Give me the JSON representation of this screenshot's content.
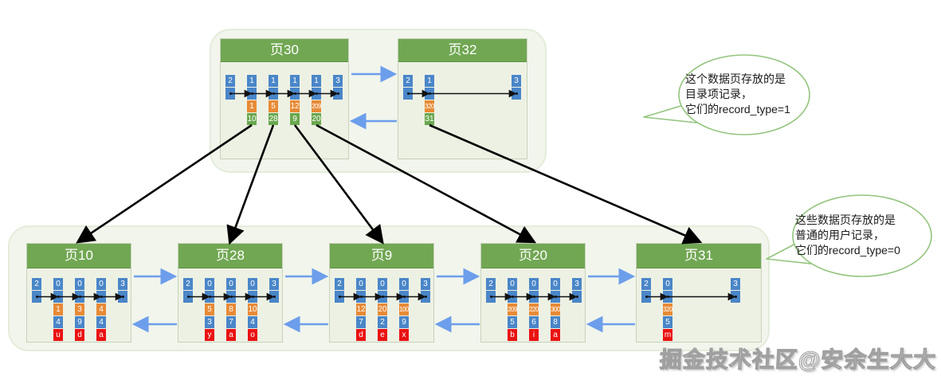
{
  "colors": {
    "header_green": "#71a753",
    "record_blue": "#4a86c8",
    "key_orange": "#e88a36",
    "pointer_green": "#6aa84f",
    "value_red": "#ea1212",
    "arrow_blue": "#6d9eeb",
    "arrow_black": "#000000",
    "bubble_border": "#93c47d",
    "group_bg": "#f1f5ec",
    "group_border": "#e4ecdb",
    "page_bg": "#edf1e4"
  },
  "pages": {
    "p30": {
      "title": "页30",
      "records": [
        {
          "t": "2"
        },
        {
          "t": "1",
          "key": "1",
          "ptr": "10"
        },
        {
          "t": "1",
          "key": "5",
          "ptr": "28"
        },
        {
          "t": "1",
          "key": "12",
          "ptr": "9"
        },
        {
          "t": "1",
          "key": "209",
          "ptr": "20"
        },
        {
          "t": "3"
        }
      ]
    },
    "p32": {
      "title": "页32",
      "records": [
        {
          "t": "2"
        },
        {
          "t": "1",
          "key": "320",
          "ptr": "31"
        },
        {
          "t": "3"
        }
      ]
    },
    "p10": {
      "title": "页10",
      "records": [
        {
          "t": "2"
        },
        {
          "t": "0",
          "key": "1",
          "c2": "4",
          "c3": "u"
        },
        {
          "t": "0",
          "key": "3",
          "c2": "9",
          "c3": "d"
        },
        {
          "t": "0",
          "key": "4",
          "c2": "4",
          "c3": "a"
        },
        {
          "t": "3"
        }
      ]
    },
    "p28": {
      "title": "页28",
      "records": [
        {
          "t": "2"
        },
        {
          "t": "0",
          "key": "5",
          "c2": "3",
          "c3": "y"
        },
        {
          "t": "0",
          "key": "8",
          "c2": "7",
          "c3": "a"
        },
        {
          "t": "0",
          "key": "10",
          "c2": "4",
          "c3": "o"
        },
        {
          "t": "3"
        }
      ]
    },
    "p9": {
      "title": "页9",
      "records": [
        {
          "t": "2"
        },
        {
          "t": "0",
          "key": "12",
          "c2": "7",
          "c3": "d"
        },
        {
          "t": "0",
          "key": "20",
          "c2": "2",
          "c3": "e"
        },
        {
          "t": "0",
          "key": "100",
          "c2": "9",
          "c3": "x"
        },
        {
          "t": "3"
        }
      ]
    },
    "p20": {
      "title": "页20",
      "records": [
        {
          "t": "2"
        },
        {
          "t": "0",
          "key": "209",
          "c2": "5",
          "c3": "b"
        },
        {
          "t": "0",
          "key": "220",
          "c2": "6",
          "c3": "i"
        },
        {
          "t": "0",
          "key": "300",
          "c2": "8",
          "c3": "a"
        },
        {
          "t": "3"
        }
      ]
    },
    "p31": {
      "title": "页31",
      "records": [
        {
          "t": "2"
        },
        {
          "t": "0",
          "key": "320",
          "c2": "5",
          "c3": "m"
        },
        {
          "t": "3"
        }
      ]
    }
  },
  "bubbles": [
    {
      "lines": [
        "这个数据页存放的是",
        "目录项记录，",
        "它们的record_type=1"
      ]
    },
    {
      "lines": [
        "这些数据页存放的是",
        "普通的用户记录，",
        "它们的record_type=0"
      ]
    }
  ],
  "watermark": "掘金技术社区@安余生大大"
}
